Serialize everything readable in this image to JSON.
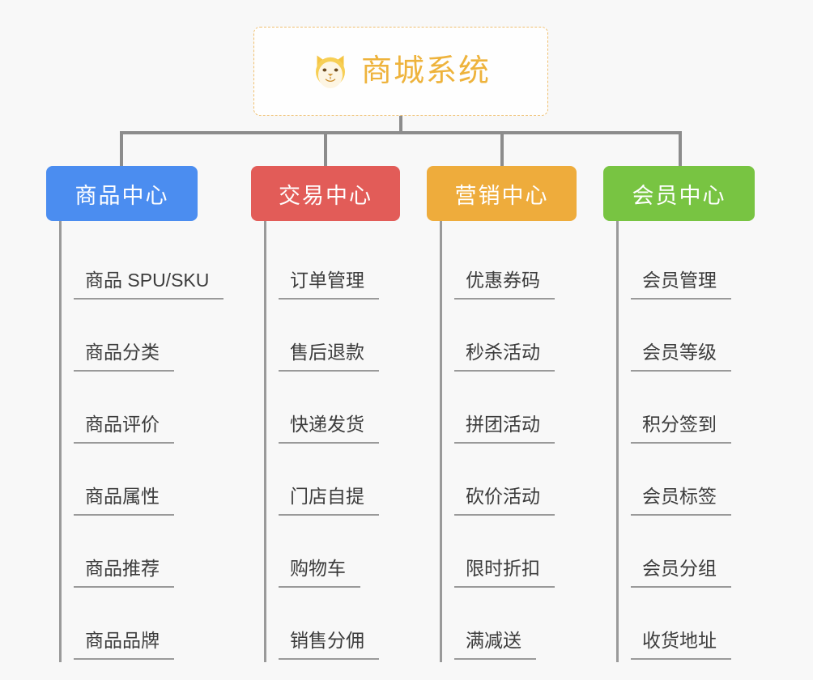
{
  "root": {
    "title": "商城系统",
    "icon": "shiba-dog-face-icon",
    "accent_color": "#eeb33c",
    "border_color": "#f0c070"
  },
  "canvas": {
    "background": "#f8f8f8",
    "connector_color": "#8c8c8c"
  },
  "columns": [
    {
      "id": "product-center",
      "header": "商品中心",
      "color": "#4b8df0",
      "items": [
        "商品 SPU/SKU",
        "商品分类",
        "商品评价",
        "商品属性",
        "商品推荐",
        "商品品牌"
      ]
    },
    {
      "id": "trade-center",
      "header": "交易中心",
      "color": "#e25c58",
      "items": [
        "订单管理",
        "售后退款",
        "快递发货",
        "门店自提",
        "购物车",
        "销售分佣"
      ]
    },
    {
      "id": "marketing-center",
      "header": "营销中心",
      "color": "#eeac3c",
      "items": [
        "优惠券码",
        "秒杀活动",
        "拼团活动",
        "砍价活动",
        "限时折扣",
        "满减送"
      ]
    },
    {
      "id": "member-center",
      "header": "会员中心",
      "color": "#78c442",
      "items": [
        "会员管理",
        "会员等级",
        "积分签到",
        "会员标签",
        "会员分组",
        "收货地址"
      ]
    }
  ]
}
